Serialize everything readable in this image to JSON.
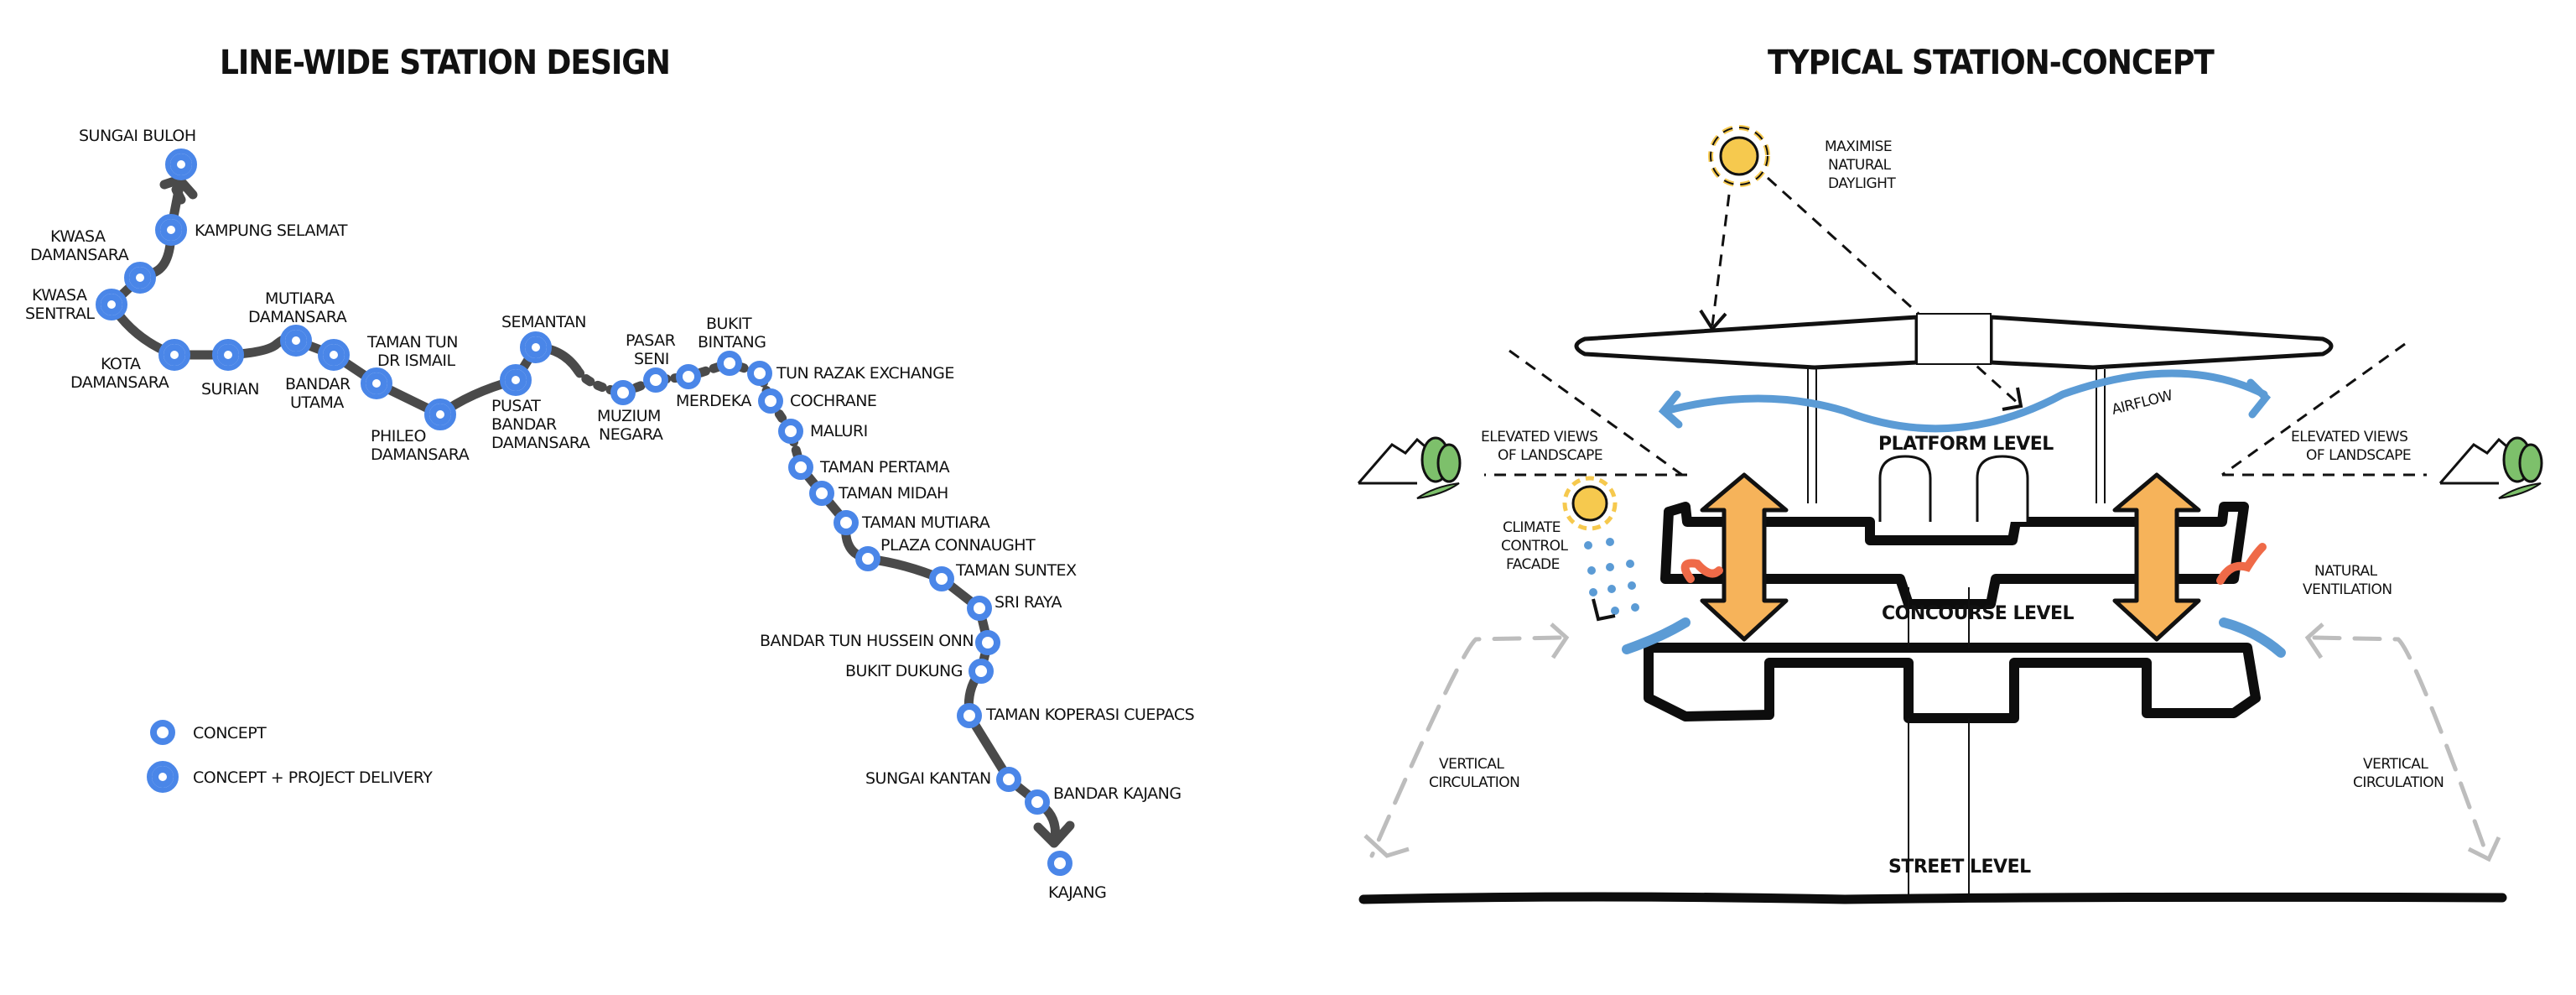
{
  "left_panel": {
    "title": "LINE-WIDE STATION DESIGN",
    "line_color": "#4a4a4a",
    "station_color": "#4a86e8",
    "stations": [
      {
        "name": "SUNGAI BULOH",
        "type": "concept_project_delivery"
      },
      {
        "name": "KAMPUNG SELAMAT",
        "type": "concept_project_delivery"
      },
      {
        "name": "KWASA DAMANSARA",
        "type": "concept_project_delivery"
      },
      {
        "name": "KWASA SENTRAL",
        "type": "concept_project_delivery"
      },
      {
        "name": "KOTA DAMANSARA",
        "type": "concept_project_delivery"
      },
      {
        "name": "SURIAN",
        "type": "concept_project_delivery"
      },
      {
        "name": "MUTIARA DAMANSARA",
        "type": "concept_project_delivery"
      },
      {
        "name": "BANDAR UTAMA",
        "type": "concept_project_delivery"
      },
      {
        "name": "TAMAN TUN DR ISMAIL",
        "type": "concept_project_delivery"
      },
      {
        "name": "PHILEO DAMANSARA",
        "type": "concept_project_delivery"
      },
      {
        "name": "PUSAT BANDAR DAMANSARA",
        "type": "concept_project_delivery"
      },
      {
        "name": "SEMANTAN",
        "type": "concept_project_delivery"
      },
      {
        "name": "MUZIUM NEGARA",
        "type": "concept"
      },
      {
        "name": "PASAR SENI",
        "type": "concept"
      },
      {
        "name": "MERDEKA",
        "type": "concept"
      },
      {
        "name": "BUKIT BINTANG",
        "type": "concept"
      },
      {
        "name": "TUN RAZAK EXCHANGE",
        "type": "concept"
      },
      {
        "name": "COCHRANE",
        "type": "concept"
      },
      {
        "name": "MALURI",
        "type": "concept"
      },
      {
        "name": "TAMAN PERTAMA",
        "type": "concept"
      },
      {
        "name": "TAMAN MIDAH",
        "type": "concept"
      },
      {
        "name": "TAMAN MUTIARA",
        "type": "concept"
      },
      {
        "name": "PLAZA CONNAUGHT",
        "type": "concept"
      },
      {
        "name": "TAMAN SUNTEX",
        "type": "concept"
      },
      {
        "name": "SRI RAYA",
        "type": "concept"
      },
      {
        "name": "BANDAR TUN HUSSEIN ONN",
        "type": "concept"
      },
      {
        "name": "BUKIT DUKUNG",
        "type": "concept"
      },
      {
        "name": "TAMAN KOPERASI CUEPACS",
        "type": "concept"
      },
      {
        "name": "SUNGAI KANTAN",
        "type": "concept"
      },
      {
        "name": "BANDAR KAJANG",
        "type": "concept"
      },
      {
        "name": "KAJANG",
        "type": "concept"
      }
    ],
    "legend": [
      {
        "label": "CONCEPT",
        "type": "concept"
      },
      {
        "label": "CONCEPT + PROJECT DELIVERY",
        "type": "concept_project_delivery"
      }
    ]
  },
  "right_panel": {
    "title": "TYPICAL STATION-CONCEPT",
    "labels": {
      "daylight": [
        "MAXIMISE",
        "NATURAL",
        "DAYLIGHT"
      ],
      "airflow": "AIRFLOW",
      "platform_level": "PLATFORM LEVEL",
      "concourse_level": "CONCOURSE LEVEL",
      "street_level": "STREET LEVEL",
      "views_left": [
        "ELEVATED VIEWS",
        "OF LANDSCAPE"
      ],
      "views_right": [
        "ELEVATED VIEWS",
        "OF LANDSCAPE"
      ],
      "climate_facade": [
        "CLIMATE",
        "CONTROL",
        "FACADE"
      ],
      "natural_ventilation": [
        "NATURAL",
        "VENTILATION"
      ],
      "vertical_circulation_left": [
        "VERTICAL",
        "CIRCULATION"
      ],
      "vertical_circulation_right": [
        "VERTICAL",
        "CIRCULATION"
      ]
    },
    "colors": {
      "sun": "#f6c94e",
      "circulation_arrow": "#f6b35a",
      "airflow": "#5b9bd5",
      "warm_air": "#ef6a48",
      "trees": "#7dc06b",
      "vertical_circulation": "#bdbdbd"
    }
  }
}
